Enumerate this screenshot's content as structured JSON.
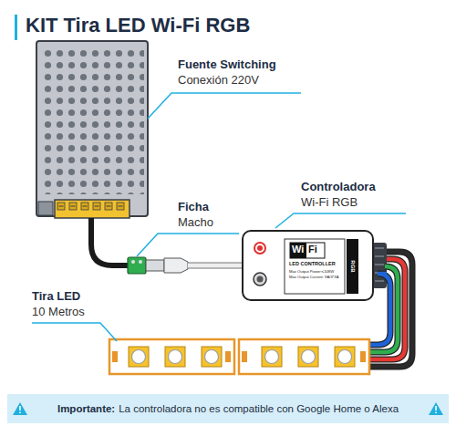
{
  "diagram": {
    "title": "KIT Tira LED Wi-Fi RGB",
    "nodes": [
      {
        "text": [
          "Wi",
          "Fi",
          "LED CONTROLLER",
          "Max Output Power:≤108W",
          "Max Output Current: 9A/3*3A",
          "RGB"
        ]
      },
      {
        "text": [
          "Importante:",
          "La controladora no es compatible con Google Home o Alexa"
        ]
      }
    ],
    "labels": [
      "Fuente Switching",
      "Conexión 220V",
      "Ficha",
      "Macho",
      "Controladora",
      "Wi-Fi RGB",
      "Tira LED",
      "10 Metros"
    ]
  }
}
